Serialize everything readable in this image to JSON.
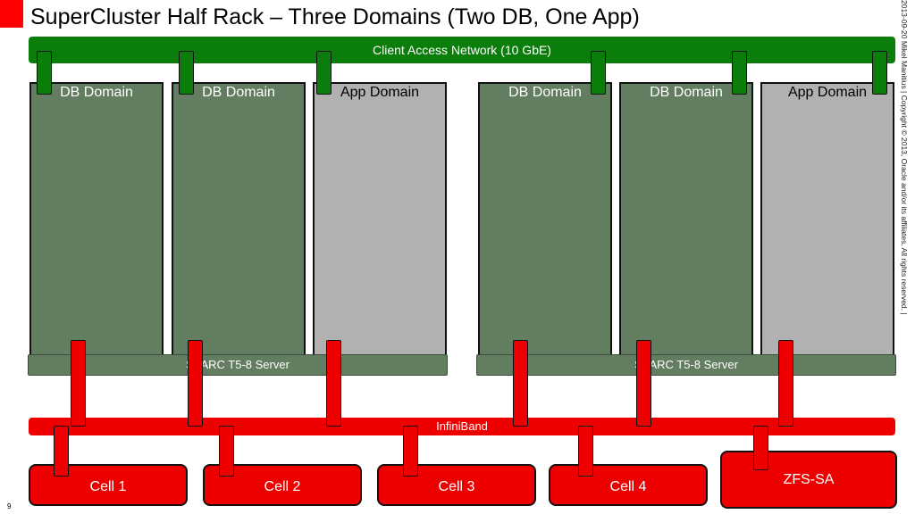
{
  "title": "SuperCluster Half Rack – Three Domains (Two DB, One App)",
  "side_note": "2013-09-20 Mikel Manitius  |  Copyright © 2013, Oracle and/or its affiliates. All rights reserved.  |",
  "client_network": "Client Access Network (10 GbE)",
  "infiniband": "InfiniBand",
  "servers": [
    {
      "label": "SPARC T5-8 Server",
      "domains": [
        "DB Domain",
        "DB Domain",
        "App Domain"
      ]
    },
    {
      "label": "SPARC T5-8 Server",
      "domains": [
        "DB Domain",
        "DB Domain",
        "App Domain"
      ]
    }
  ],
  "storage": [
    "Cell 1",
    "Cell 2",
    "Cell 3",
    "Cell 4",
    "ZFS-SA"
  ],
  "page_number": "9",
  "colors": {
    "green": "#0a7d0a",
    "red": "#ee0000",
    "db_domain": "#627d5f",
    "app_domain": "#b1b1b1"
  }
}
